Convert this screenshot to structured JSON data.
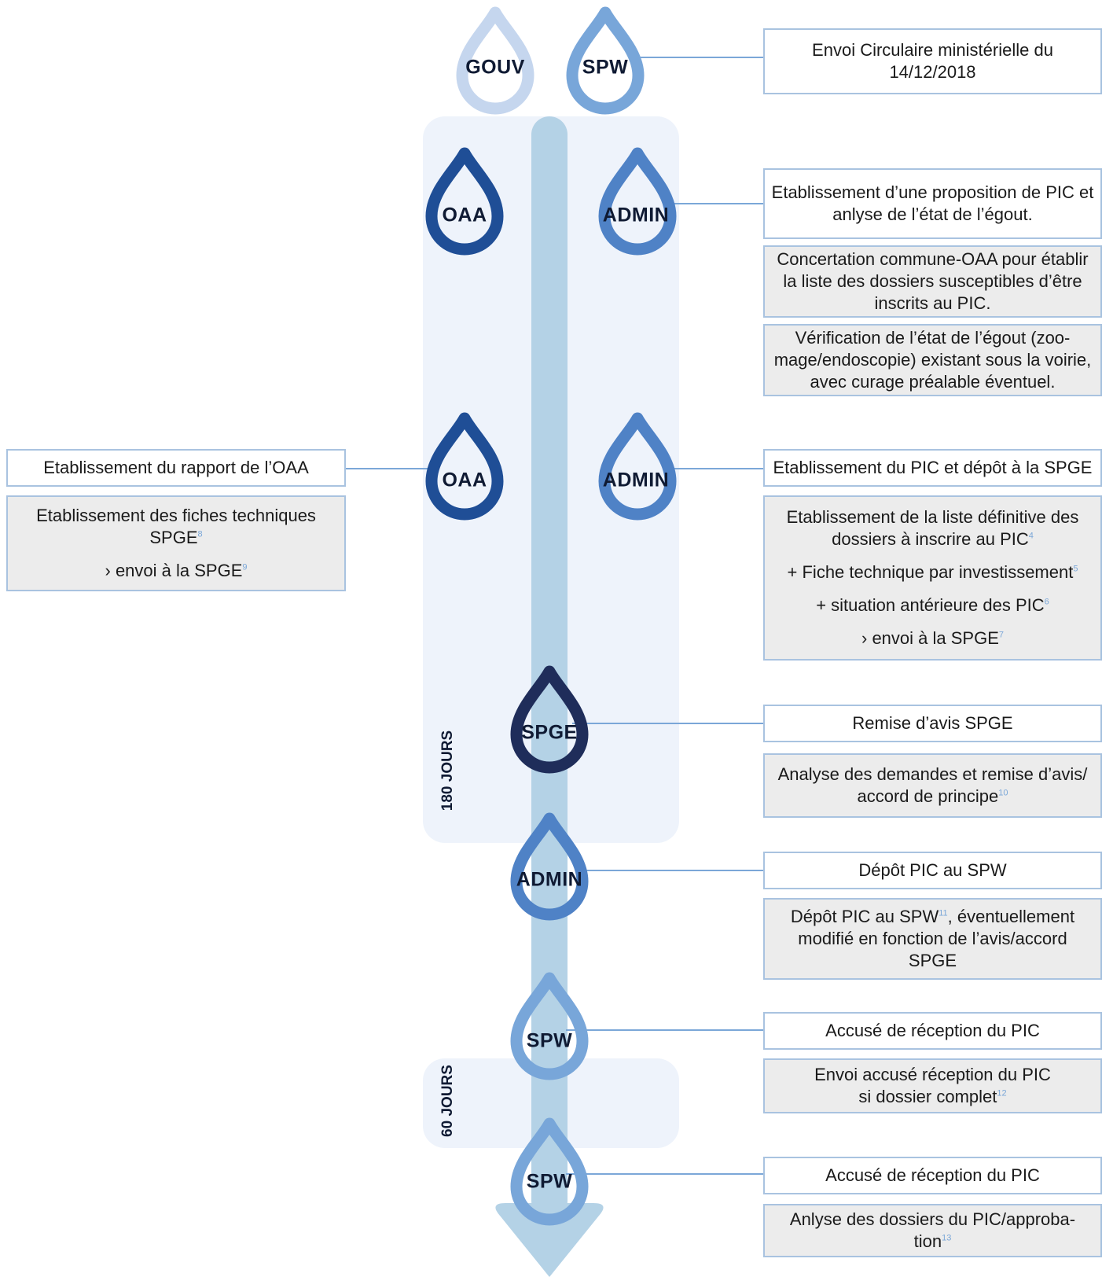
{
  "colors": {
    "panel": "#eef3fb",
    "arrow": "#b4d2e6",
    "connector": "#7ba7d8",
    "drop_light": "#c5d6ee",
    "drop_mid": "#78a6d9",
    "drop_admin": "#4f82c6",
    "drop_dark": "#1f4e96",
    "drop_navy": "#1f2d5a"
  },
  "periods": {
    "p180": "180 JOURS",
    "p60": "60 JOURS"
  },
  "drops": {
    "gouv": "GOUV",
    "spw_top": "SPW",
    "oaa1": "OAA",
    "admin1": "ADMIN",
    "oaa2": "OAA",
    "admin2": "ADMIN",
    "spge": "SPGE",
    "admin3": "ADMIN",
    "spw2": "SPW",
    "spw3": "SPW"
  },
  "steps": {
    "circulaire": "Envoi Circulaire ministérielle du 14/12/2018",
    "proposition": "Etablissement d’une proposition de PIC et anlyse de l’état de l’égout.",
    "concertation": "Concertation commune-OAA pour établir la liste des dossiers susceptibles d’être inscrits au PIC.",
    "verification": "Vérification de l’état de l’égout (zoo-mage/endoscopie) existant sous la voirie, avec curage préalable éventuel.",
    "rapport_oaa": "Etablissement du rapport de l’OAA",
    "fiches_a": "Etablissement des fiches techniques SPGE",
    "fiches_a_ref": "8",
    "fiches_b": "› envoi à la SPGE",
    "fiches_b_ref": "9",
    "etab_pic": "Etablissement du PIC et dépôt à la SPGE",
    "liste_a": "Etablissement de la liste définitive des dossiers à inscrire au PIC",
    "liste_a_ref": "4",
    "liste_b": "+ Fiche technique par investissement",
    "liste_b_ref": "5",
    "liste_c": "+ situation antérieure des PIC",
    "liste_c_ref": "6",
    "liste_d": "› envoi à la SPGE",
    "liste_d_ref": "7",
    "remise_avis": "Remise d’avis SPGE",
    "analyse": "Analyse des demandes et remise d’avis/ accord de principe",
    "analyse_ref": "10",
    "depot": "Dépôt PIC au SPW",
    "depot_detail_a": "Dépôt PIC au SPW",
    "depot_detail_ref": "11",
    "depot_detail_b": ", éventuellement modifié en fonction de l’avis/accord SPGE",
    "accuse1": "Accusé de réception du PIC",
    "envoi_accuse": "Envoi accusé réception du PIC si dossier complet",
    "envoi_accuse_ref": "12",
    "accuse2": "Accusé de réception du PIC",
    "anlyse_dossiers": "Anlyse des dossiers du PIC/approba-tion",
    "anlyse_dossiers_ref": "13"
  }
}
